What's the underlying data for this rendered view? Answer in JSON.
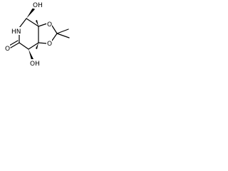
{
  "structure": {
    "atoms": [
      {
        "id": "OH-top",
        "label": "OH"
      },
      {
        "id": "HN",
        "label": "HN"
      },
      {
        "id": "O-ring-upper",
        "label": "O"
      },
      {
        "id": "O-ring-lower",
        "label": "O"
      },
      {
        "id": "O-carbonyl",
        "label": "O"
      },
      {
        "id": "OH-bottom",
        "label": "OH"
      }
    ]
  }
}
